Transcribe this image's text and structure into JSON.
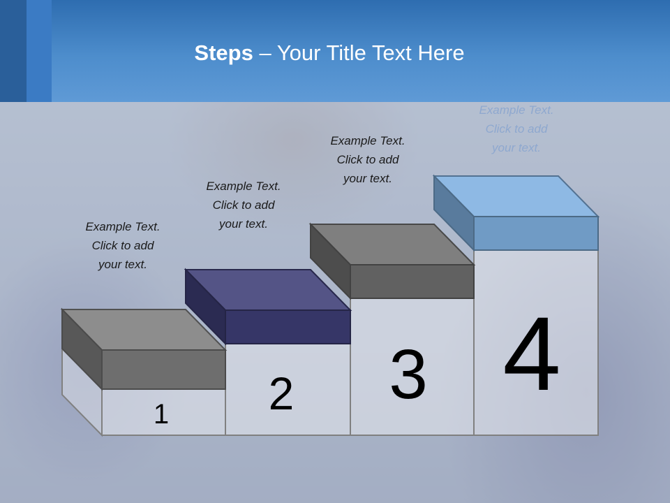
{
  "slide": {
    "title_bold": "Steps",
    "title_rest": " – Your Title Text Here"
  },
  "steps": [
    {
      "number": "1",
      "caption": [
        "Example Text.",
        "Click  to add",
        "your text."
      ],
      "block_color": "#7d7d7d"
    },
    {
      "number": "2",
      "caption": [
        "Example Text.",
        "Click  to add",
        "your text."
      ],
      "block_color": "#3d3d75"
    },
    {
      "number": "3",
      "caption": [
        "Example Text.",
        "Click  to add",
        "your text."
      ],
      "block_color": "#6e6e6e"
    },
    {
      "number": "4",
      "caption": [
        "Example Text.",
        "Click  to add",
        "your text."
      ],
      "block_color": "#7fb0e0"
    }
  ],
  "colors": {
    "header": "#4d8dcc",
    "riser_fill": "#e7e9ee",
    "riser_stroke": "#808080"
  }
}
